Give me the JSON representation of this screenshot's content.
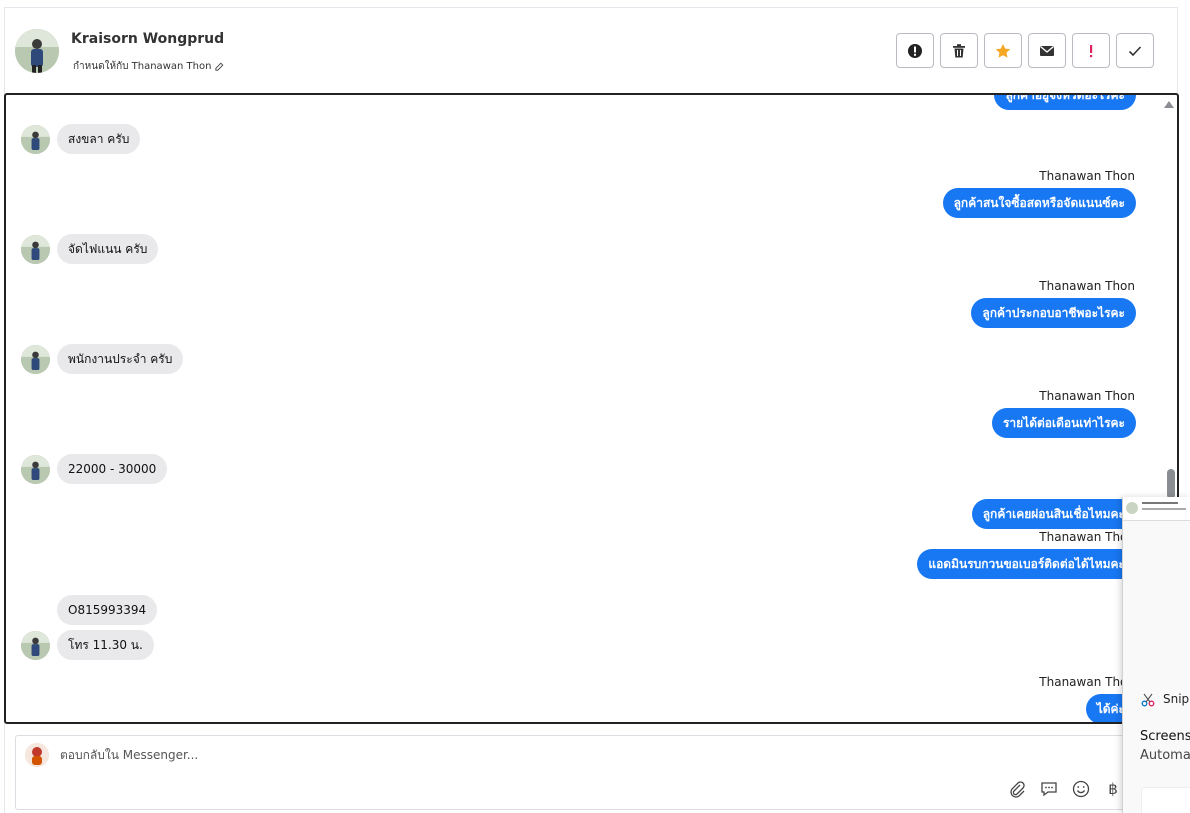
{
  "header": {
    "contact_name": "Kraisorn Wongprud",
    "assigned_text": "กำหนดให้กับ Thanawan Thon",
    "toolbar": [
      {
        "name": "spam-button",
        "icon": "alert-circle-icon"
      },
      {
        "name": "delete-button",
        "icon": "trash-icon"
      },
      {
        "name": "star-button",
        "icon": "star-icon",
        "color": "#f5a623"
      },
      {
        "name": "mark-unread-button",
        "icon": "envelope-icon"
      },
      {
        "name": "follow-up-button",
        "icon": "exclamation-icon",
        "color": "#e0245e"
      },
      {
        "name": "done-button",
        "icon": "check-icon"
      }
    ]
  },
  "conversation": {
    "messages": [
      {
        "dir": "out",
        "text": "ลูกค้าอยู่จังหวัดอะไรคะ"
      },
      {
        "dir": "in",
        "text": "สงขลา ครับ"
      },
      {
        "dir": "out",
        "sender": "Thanawan Thon",
        "text": "ลูกค้าสนใจซื้อสดหรือจัดแนนซ์คะ"
      },
      {
        "dir": "in",
        "text": "จัดไฟแนน ครับ"
      },
      {
        "dir": "out",
        "sender": "Thanawan Thon",
        "text": "ลูกค้าประกอบอาชีพอะไรคะ"
      },
      {
        "dir": "in",
        "text": "พนักงานประจำ ครับ"
      },
      {
        "dir": "out",
        "sender": "Thanawan Thon",
        "text": "รายได้ต่อเดือนเท่าไรคะ"
      },
      {
        "dir": "in",
        "text": "22000 - 30000"
      },
      {
        "dir": "out",
        "text": "ลูกค้าเคยผ่อนสินเชื่อไหมคะ"
      },
      {
        "dir": "out",
        "sender": "Thanawan Thon",
        "text": "แอดมินรบกวนขอเบอร์ติดต่อได้ไหมคะ"
      },
      {
        "dir": "in",
        "text": "O815993394"
      },
      {
        "dir": "in",
        "text": "โทร 11.30 น."
      },
      {
        "dir": "out",
        "sender": "Thanawan Thon",
        "text": "ได้ค่ะ"
      }
    ]
  },
  "reply": {
    "placeholder": "ตอบกลับใน Messenger...",
    "icons": [
      "paperclip-icon",
      "saved-reply-icon",
      "emoji-icon",
      "baht-icon"
    ]
  },
  "snip_notification": {
    "app": "Snipping Tool",
    "title": "Screenshot copied to clipboard",
    "subtitle": "Automatically saved to screenshots folder"
  }
}
